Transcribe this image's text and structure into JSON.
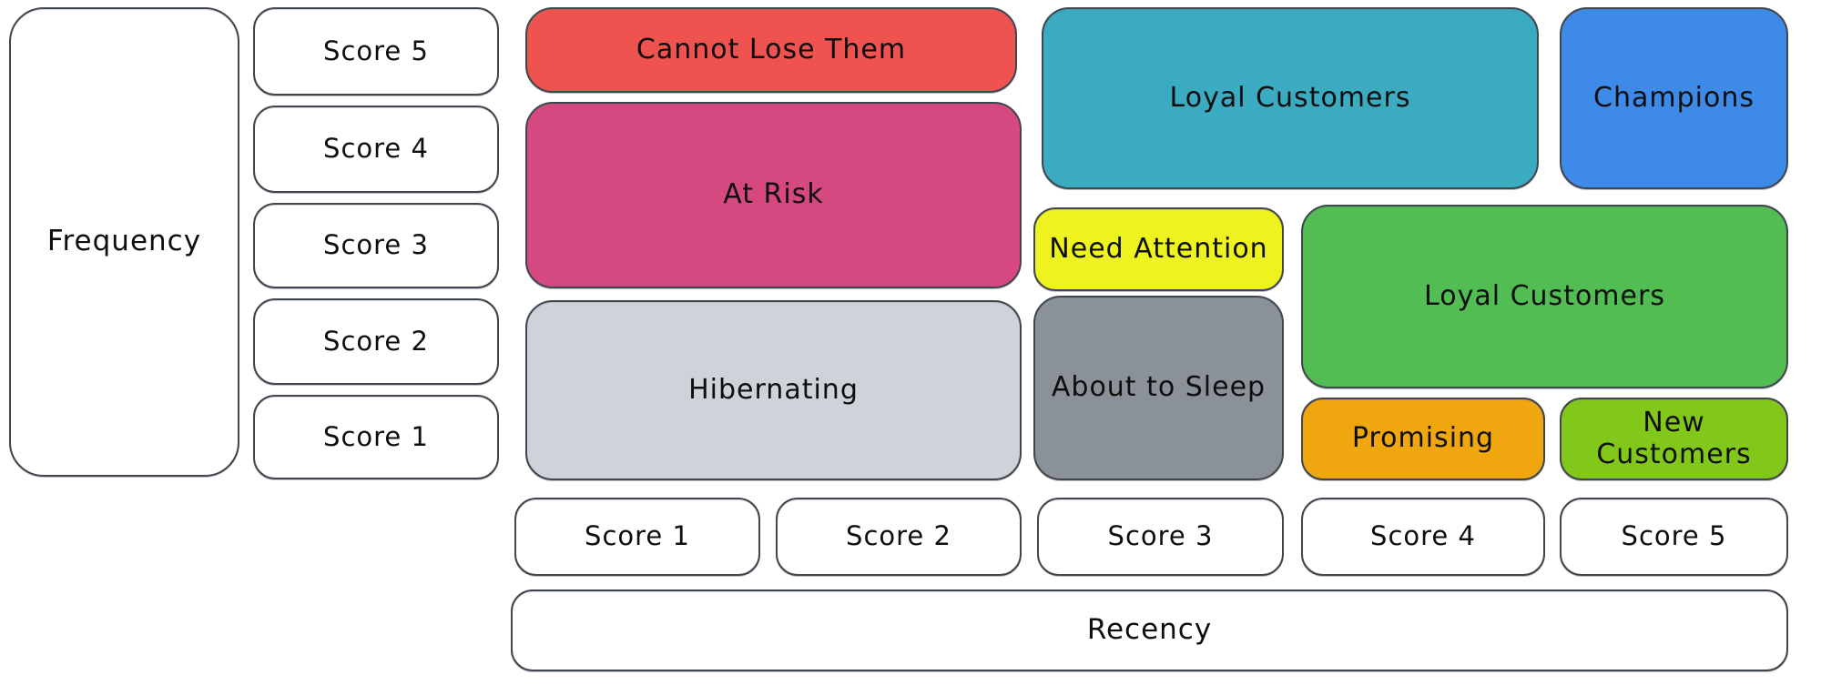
{
  "diagram": {
    "type": "rfm-segmentation-matrix",
    "background_color": "#ffffff",
    "outline_color": "#40464d",
    "text_color": "#0e0e0e"
  },
  "axes": {
    "frequency_label": "Frequency",
    "recency_label": "Recency",
    "frequency_scores": [
      "Score 5",
      "Score 4",
      "Score 3",
      "Score 2",
      "Score 1"
    ],
    "recency_scores": [
      "Score 1",
      "Score 2",
      "Score 3",
      "Score 4",
      "Score 5"
    ]
  },
  "segments": {
    "cannot_lose_them": {
      "label": "Cannot Lose Them",
      "color": "#ee534f",
      "recency_span": [
        1,
        2
      ],
      "frequency_span": [
        5,
        5
      ]
    },
    "at_risk": {
      "label": "At Risk",
      "color": "#d64980",
      "recency_span": [
        1,
        2
      ],
      "frequency_span": [
        3,
        4
      ]
    },
    "hibernating": {
      "label": "Hibernating",
      "color": "#cdd3d9",
      "recency_span": [
        1,
        2
      ],
      "frequency_span": [
        1,
        2
      ]
    },
    "loyal_customers_top": {
      "label": "Loyal Customers",
      "color": "#3aabc0",
      "recency_span": [
        3,
        4
      ],
      "frequency_span": [
        4,
        5
      ]
    },
    "champions": {
      "label": "Champions",
      "color": "#3d8ae8",
      "recency_span": [
        5,
        5
      ],
      "frequency_span": [
        4,
        5
      ]
    },
    "need_attention": {
      "label": "Need Attention",
      "color": "#eef320",
      "recency_span": [
        3,
        3
      ],
      "frequency_span": [
        3,
        3
      ]
    },
    "loyal_customers_right": {
      "label": "Loyal Customers",
      "color": "#52bd52",
      "recency_span": [
        4,
        5
      ],
      "frequency_span": [
        2,
        3
      ]
    },
    "about_to_sleep": {
      "label": "About to Sleep",
      "color": "#8b9198",
      "recency_span": [
        3,
        3
      ],
      "frequency_span": [
        1,
        2
      ]
    },
    "promising": {
      "label": "Promising",
      "color": "#f0a60e",
      "recency_span": [
        4,
        4
      ],
      "frequency_span": [
        1,
        1
      ]
    },
    "new_customers": {
      "label": "New Customers",
      "color": "#82c81a",
      "recency_span": [
        5,
        5
      ],
      "frequency_span": [
        1,
        1
      ]
    }
  }
}
